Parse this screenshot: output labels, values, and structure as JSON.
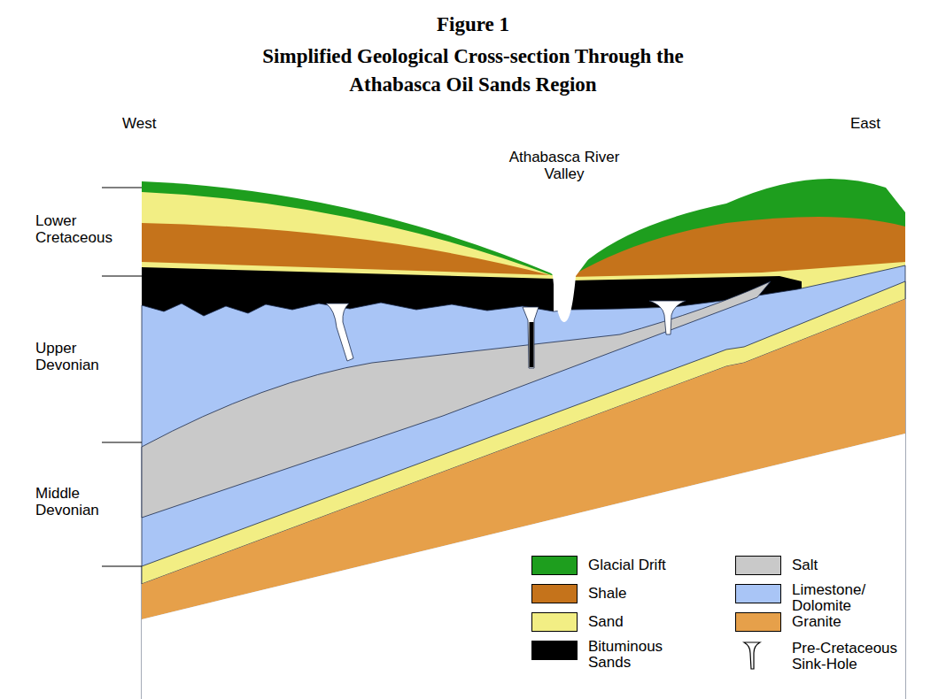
{
  "diagram": {
    "title": "Figure 1",
    "labels": [
      "Simplified Geological Cross-section Through the Athabasca Oil Sands Region",
      "West",
      "East",
      "Athabasca River Valley",
      "Lower Cretaceous",
      "Upper Devonian",
      "Middle Devonian"
    ],
    "legend": [
      {
        "text": "Glacial Drift",
        "color": "#1e9e1e"
      },
      {
        "text": "Shale",
        "color": "#c5731b"
      },
      {
        "text": "Sand",
        "color": "#f2ee84"
      },
      {
        "text": "Bituminous Sands",
        "color": "#000000"
      },
      {
        "text": "Salt",
        "color": "#c9c9c9"
      },
      {
        "text": "Limestone/ Dolomite",
        "color": "#a9c5f6"
      },
      {
        "text": "Granite",
        "color": "#e6a04a"
      },
      {
        "text": "Pre-Cretaceous Sink-Hole"
      }
    ]
  }
}
